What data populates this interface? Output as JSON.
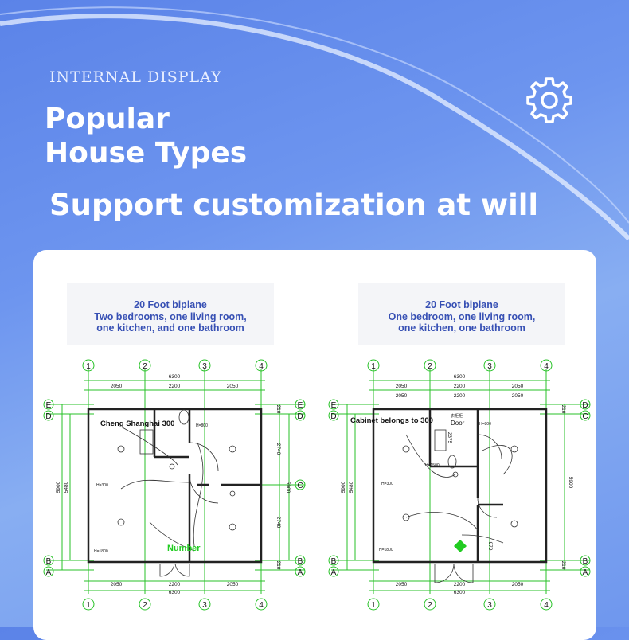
{
  "header": {
    "kicker": "INTERNAL DISPLAY",
    "title_line1": "Popular",
    "title_line2": "House Types",
    "subtitle": "Support customization at will"
  },
  "icons": {
    "settings": "gear-icon"
  },
  "plans": [
    {
      "caption_line1": "20 Foot biplane",
      "caption_line2": "Two bedrooms, one living room,",
      "caption_line3": "one kitchen, and one bathroom",
      "room_label": "Cheng Shanghai 300",
      "marker_label": "Number",
      "dim_total": "6300",
      "dim_a": "2050",
      "dim_b": "2200",
      "dim_c": "2050",
      "dim_side_total": "5900",
      "dim_side_inner": "5480",
      "dim_right_top": "2740",
      "dim_right_bottom": "2740",
      "dim_edge_top": "210",
      "dim_edge_bottom": "210",
      "col_labels": [
        "1",
        "2",
        "3",
        "4"
      ],
      "row_labels_top": [
        "E",
        "D"
      ],
      "row_label_mid": "C",
      "row_labels_bottom": [
        "B",
        "A"
      ],
      "h_label_1": "H=800",
      "h_label_2": "H=300",
      "h_label_3": "H=1800"
    },
    {
      "caption_line1": "20 Foot biplane",
      "caption_line2": "One bedroom, one living room,",
      "caption_line3": "one kitchen, one bathroom",
      "room_label": "Cabinet belongs to 300",
      "door_label": "Door",
      "door_cn": "衣柜柜",
      "dim_total": "6300",
      "dim_a": "2050",
      "dim_b": "2200",
      "dim_c": "2050",
      "dim_side_total": "5900",
      "dim_side_inner": "5480",
      "dim_right": "5900",
      "dim_door": "2375",
      "dim_small": "970",
      "dim_edge_top": "210",
      "dim_edge_bottom": "210",
      "col_labels": [
        "1",
        "2",
        "3",
        "4"
      ],
      "row_labels_top": [
        "E",
        "D"
      ],
      "row_labels_right_top": [
        "D",
        "C"
      ],
      "row_labels_bottom": [
        "B",
        "A"
      ],
      "h_label_1": "H=800",
      "h_label_2": "H=300",
      "h_label_3": "H=1800",
      "h_label_4": "H=1500"
    }
  ]
}
